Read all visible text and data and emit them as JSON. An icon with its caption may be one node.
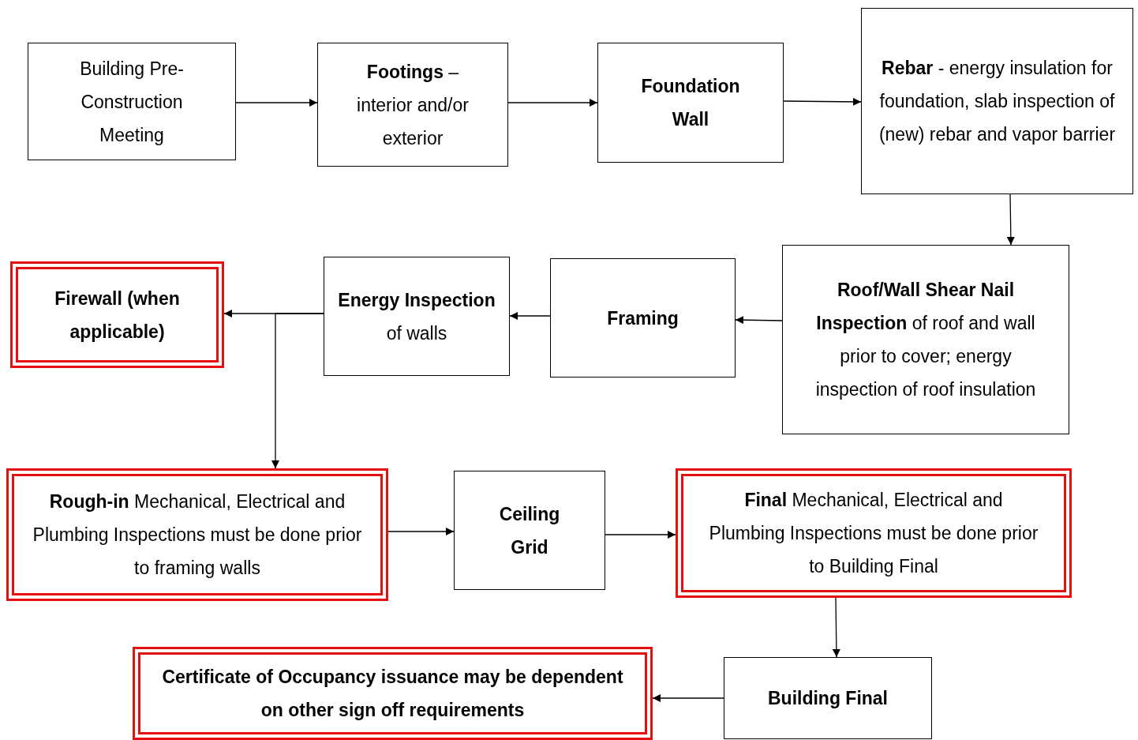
{
  "diagram": {
    "nodes": [
      {
        "text": [
          "Building Pre-Construction Meeting"
        ]
      },
      {
        "text": [
          "**Footings** – interior and/or exterior"
        ]
      },
      {
        "text": [
          "Foundation Wall"
        ]
      },
      {
        "text": [
          "**Rebar** - energy insulation for foundation, slab inspection of (new) rebar and vapor barrier"
        ]
      },
      {
        "text": [
          "**Roof/Wall Shear Nail Inspection** of roof and wall prior to cover; energy inspection of roof insulation"
        ]
      },
      {
        "text": [
          "Framing"
        ]
      },
      {
        "text": [
          "**Energy Inspection** of walls"
        ]
      },
      {
        "text": [
          "Firewall (when applicable)"
        ]
      },
      {
        "text": [
          "**Rough-in** Mechanical, Electrical and Plumbing Inspections must be done prior to framing walls"
        ]
      },
      {
        "text": [
          "Ceiling Grid"
        ]
      },
      {
        "text": [
          "**Final** Mechanical, Electrical and Plumbing Inspections must be done prior to Building Final"
        ]
      },
      {
        "text": [
          "Building Final"
        ]
      },
      {
        "text": [
          "Certificate of Occupancy issuance may be dependent on other sign off requirements"
        ]
      }
    ],
    "edges": [
      {
        "from": 0,
        "to": 1,
        "arrow": "to"
      },
      {
        "from": 1,
        "to": 2,
        "arrow": "to"
      },
      {
        "from": 2,
        "to": 3,
        "arrow": "to"
      },
      {
        "from": 3,
        "to": 4,
        "arrow": "to"
      },
      {
        "from": 4,
        "to": 5,
        "arrow": "to"
      },
      {
        "from": 5,
        "to": 6,
        "arrow": "to"
      },
      {
        "from": 6,
        "to": 7,
        "arrow": "to"
      },
      {
        "from": 6,
        "to": 8,
        "arrow": "to"
      },
      {
        "from": 8,
        "to": 9,
        "arrow": "to"
      },
      {
        "from": 9,
        "to": 10,
        "arrow": "to"
      },
      {
        "from": 10,
        "to": 11,
        "arrow": "to"
      },
      {
        "from": 11,
        "to": 12,
        "arrow": "to"
      }
    ]
  }
}
